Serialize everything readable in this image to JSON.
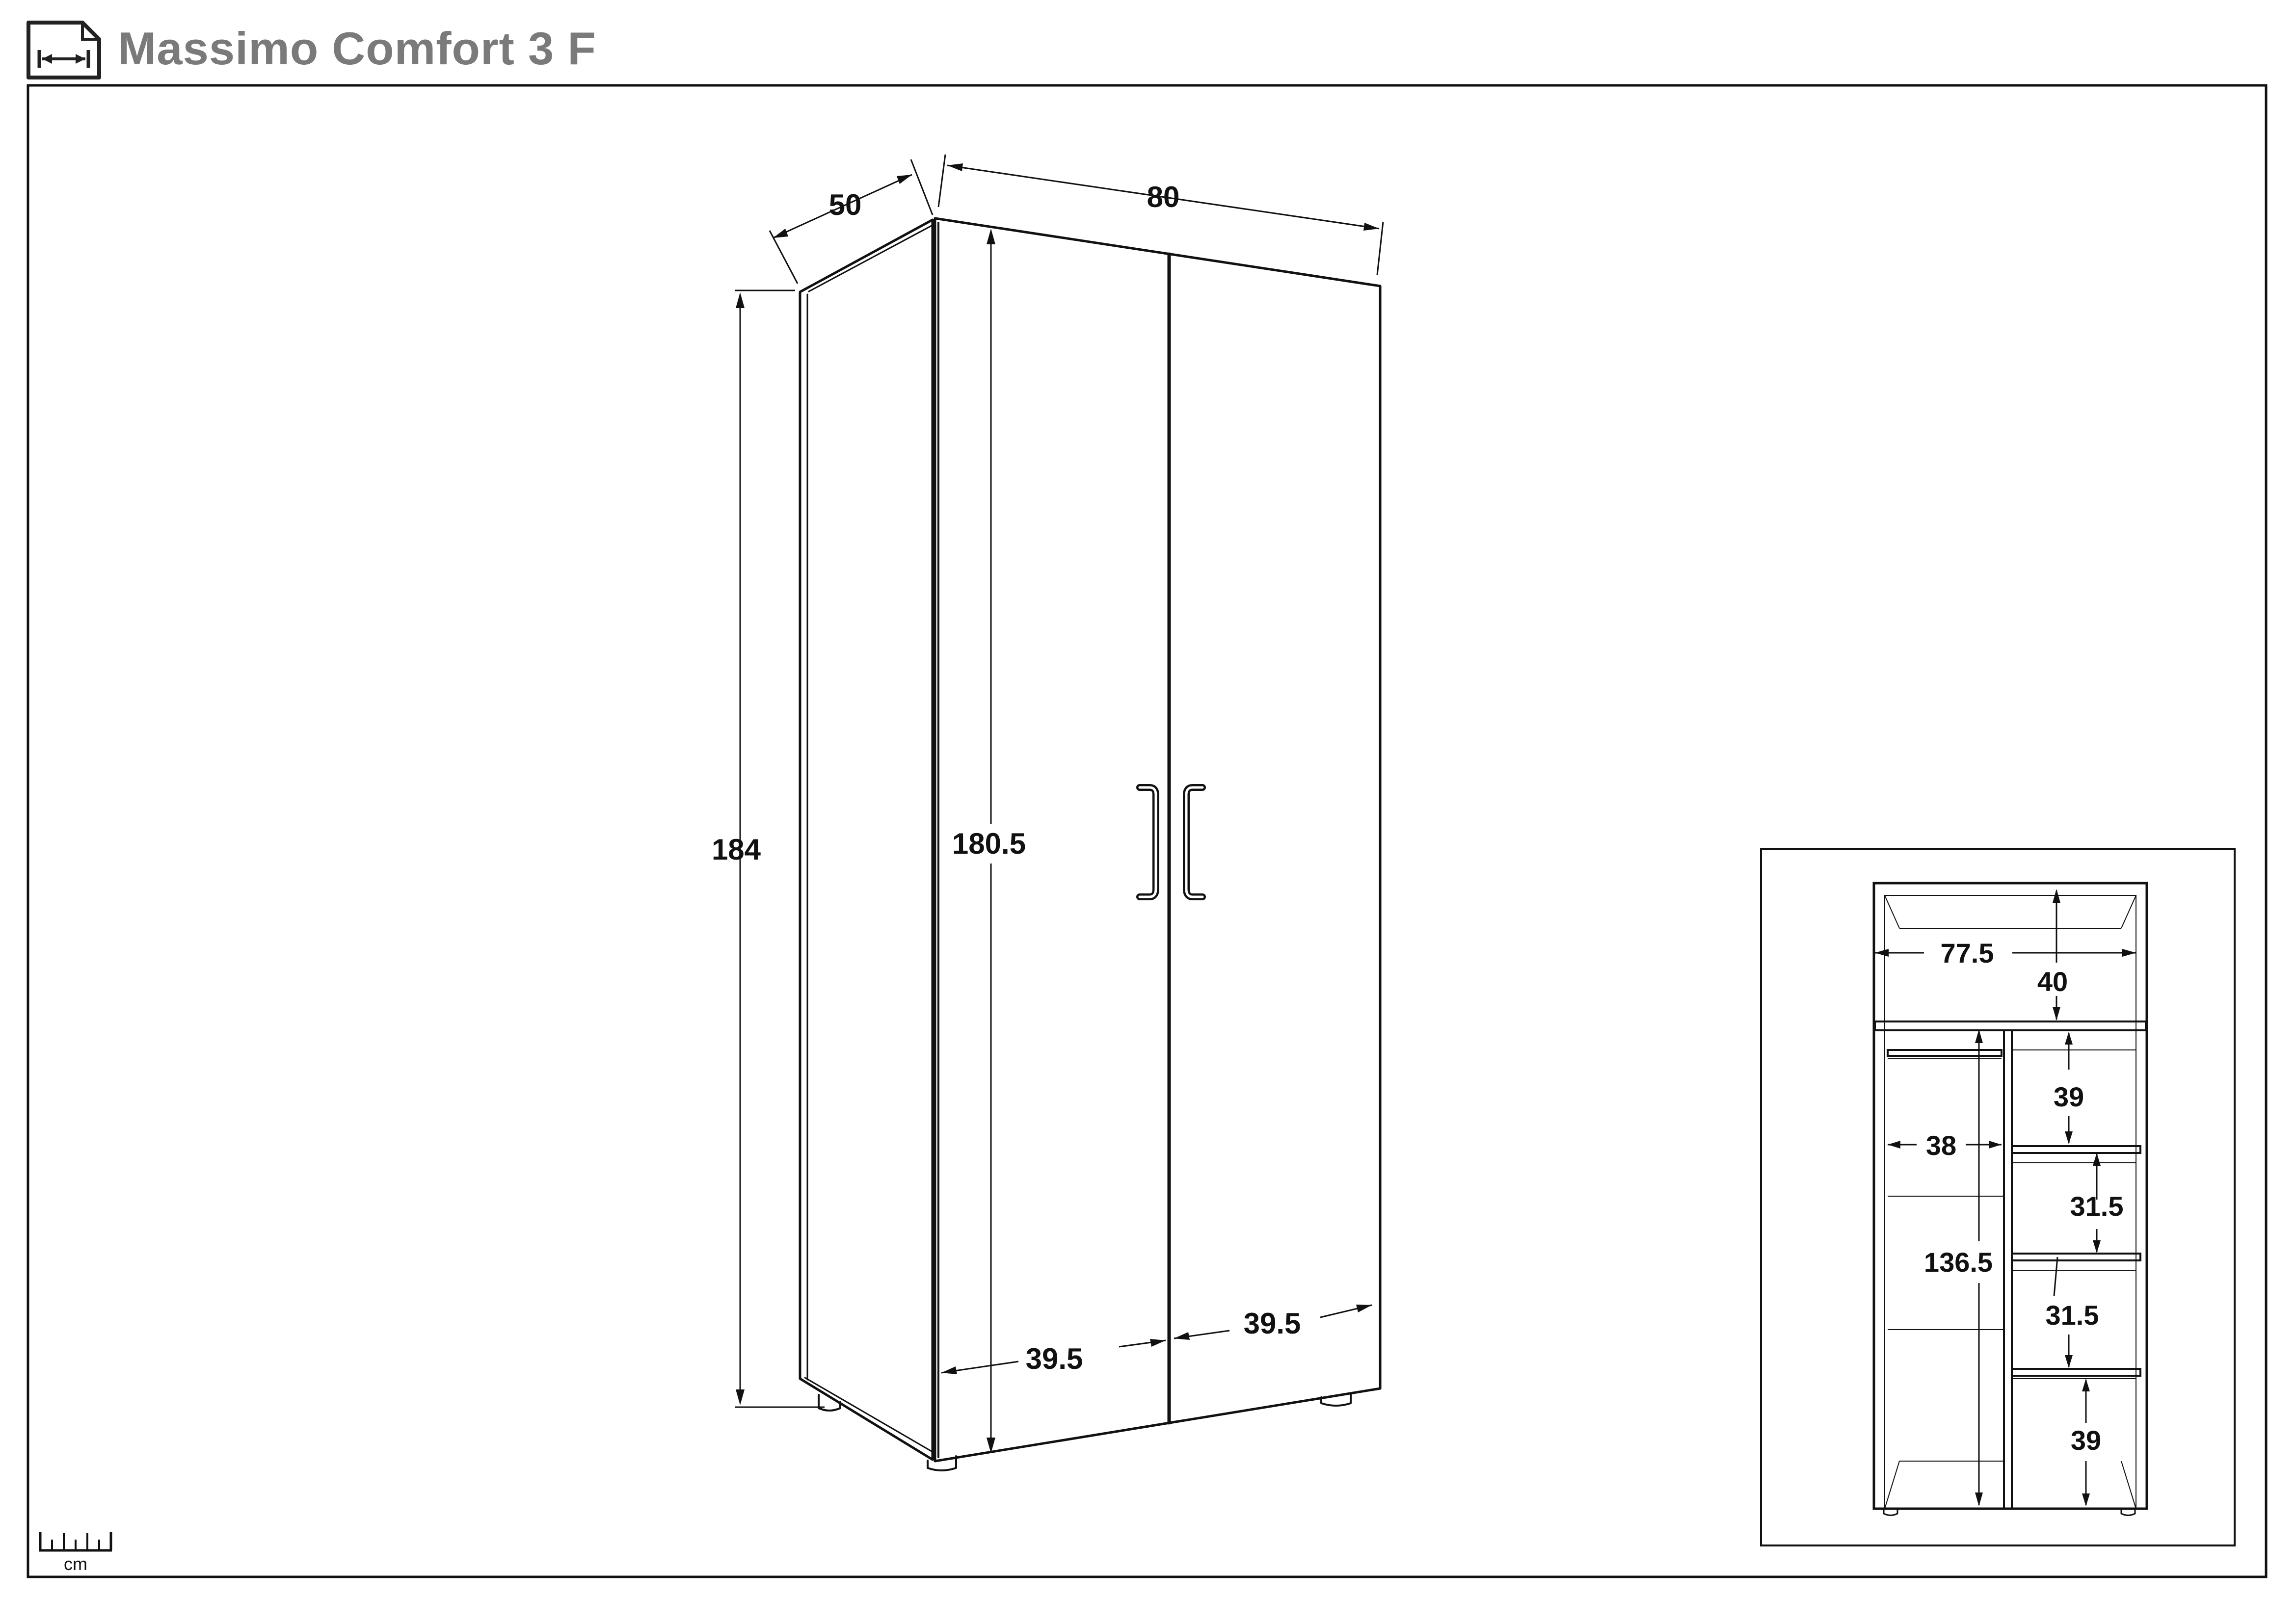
{
  "title": "Massimo Comfort 3 F",
  "icons": {
    "title_icon": "width-dimension-icon",
    "scale_icon": "ruler-icon"
  },
  "scale_unit": "cm",
  "main_view": {
    "depth": "50",
    "width": "80",
    "total_height": "184",
    "door_height": "180.5",
    "left_door_width": "39.5",
    "right_door_width": "39.5"
  },
  "inset_view": {
    "inner_width": "77.5",
    "top_compartment_height": "40",
    "hanging_width": "38",
    "hanging_height": "136.5",
    "shelf_1_height": "39",
    "shelf_2_height": "31.5",
    "shelf_3_height": "31.5",
    "shelf_4_height": "39"
  }
}
